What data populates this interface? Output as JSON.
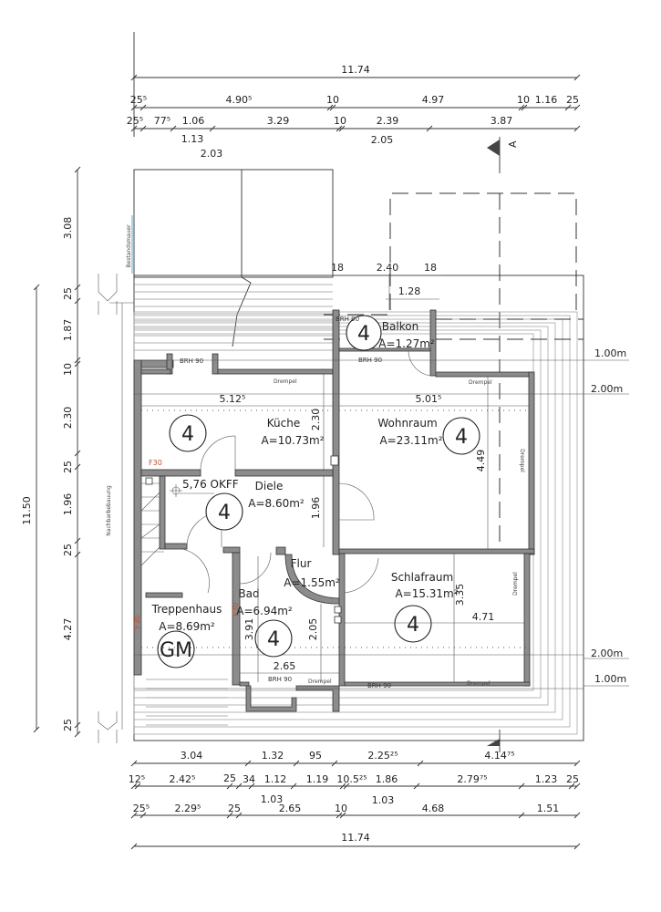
{
  "top_dims": {
    "row1": [
      "11.74"
    ],
    "row2": [
      "25⁵",
      "4.90⁵",
      "10",
      "4.97",
      "10",
      "1.16",
      "25"
    ],
    "row3": [
      "25⁵",
      "77⁵",
      "1.06",
      "3.29",
      "10",
      "2.39",
      "3.87"
    ],
    "row3_below": [
      "1.13",
      "2.05"
    ],
    "row4": [
      "2.03"
    ]
  },
  "section_marker": "A",
  "left_dims": {
    "segments": [
      "3.08",
      "25",
      "1.87",
      "10",
      "2.30",
      "25",
      "1.96",
      "25",
      "4.27",
      "25"
    ],
    "total": "11.50"
  },
  "balcony_dims": {
    "row1": [
      "18",
      "2.40",
      "18"
    ],
    "row2": "1.28"
  },
  "side_labels": {
    "existing_wall": "Bestandsmauer",
    "neighbor": "Nachbarbebauung"
  },
  "rooms": [
    {
      "name": "Küche",
      "area": "A=10.73m²",
      "floor": "4"
    },
    {
      "name": "Wohnraum",
      "area": "A=23.11m²",
      "floor": "4"
    },
    {
      "name": "Balkon",
      "area": "A=1.27m²",
      "floor": "4"
    },
    {
      "name": "Diele",
      "area": "A=8.60m²",
      "floor": "4"
    },
    {
      "name": "Flur",
      "area": "A=1.55m²"
    },
    {
      "name": "Bad",
      "area": "A=6.94m²",
      "floor": "4"
    },
    {
      "name": "Schlafraum",
      "area": "A=15.31m²",
      "floor": "4"
    },
    {
      "name": "Treppenhaus",
      "area": "A=8.69m²",
      "floor": "GM"
    }
  ],
  "level_marker": "5,76 OKFF",
  "inner_dims": {
    "kitchen_width": "5.12⁵",
    "living_width": "5.01⁵",
    "kitchen_depth": "2.30",
    "living_depth": "4.49",
    "hall_depth": "1.96",
    "bath_depth": "3.91",
    "bath_depth2": "2.05",
    "bath_width": "2.65",
    "bedroom_depth": "3.35",
    "bedroom_width": "4.71"
  },
  "notes": {
    "brh": "BRH 90",
    "drempel": "Drempel",
    "fire": "F30"
  },
  "height_lines": [
    "1.00m",
    "2.00m",
    "2.00m",
    "1.00m"
  ],
  "bottom_dims": {
    "row1": [
      "3.04",
      "1.32",
      "95",
      "2.25²⁵",
      "4.14⁷⁵"
    ],
    "row2": [
      "12⁵",
      "2.42⁵",
      "25",
      "34",
      "1.12",
      "1.19",
      "10.5²⁵",
      "1.86",
      "2.79⁷⁵",
      "1.23",
      "25"
    ],
    "row2_below": [
      "1.03",
      "1.03"
    ],
    "row3": [
      "25⁵",
      "2.29⁵",
      "25",
      "2.65",
      "10",
      "4.68",
      "1.51"
    ],
    "row4": [
      "11.74"
    ]
  }
}
